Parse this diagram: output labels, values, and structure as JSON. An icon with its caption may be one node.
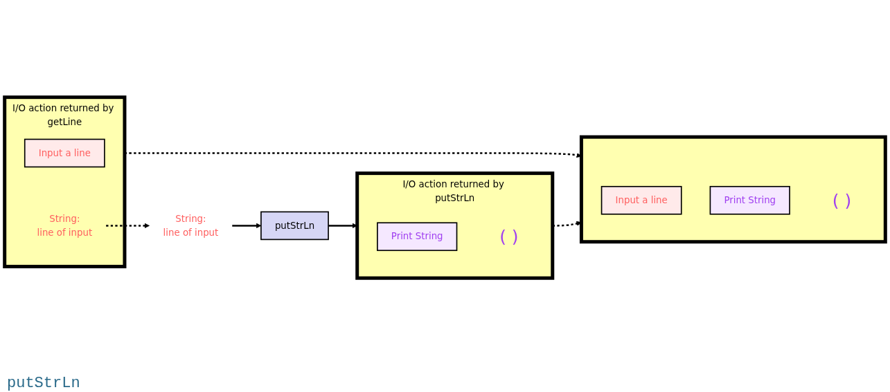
{
  "diagram": {
    "nodes": [
      {
        "text": [
          "I/O action returned by getLine"
        ]
      },
      {
        "text": [
          "Input a line"
        ],
        "in": 0
      },
      {
        "text": [
          "String:",
          "line of input"
        ],
        "in": 0
      },
      {
        "text": [
          "String:",
          "line of input"
        ]
      },
      {
        "text": [
          "putStrLn"
        ]
      },
      {
        "text": [
          "I/O action returned by putStrLn"
        ]
      },
      {
        "text": [
          "Print String"
        ],
        "in": 5
      },
      {
        "text": [
          "( )"
        ],
        "in": 5
      },
      {
        "text": [],
        "shape": "box"
      },
      {
        "text": [
          "Input a line"
        ],
        "in": 8
      },
      {
        "text": [
          "Print String"
        ],
        "in": 8
      },
      {
        "text": [
          "( )"
        ],
        "in": 8
      }
    ],
    "edges": [
      {
        "from": 2,
        "to": 3,
        "arrow": "to",
        "style": "dashed"
      },
      {
        "from": 3,
        "to": 4,
        "arrow": "to"
      },
      {
        "from": 4,
        "to": 5,
        "arrow": "to"
      },
      {
        "from": 0,
        "to": 8,
        "arrow": "to",
        "style": "dashed"
      },
      {
        "from": 5,
        "to": 8,
        "arrow": "to",
        "style": "dashed"
      }
    ],
    "labels": [
      "putStrLn"
    ]
  }
}
